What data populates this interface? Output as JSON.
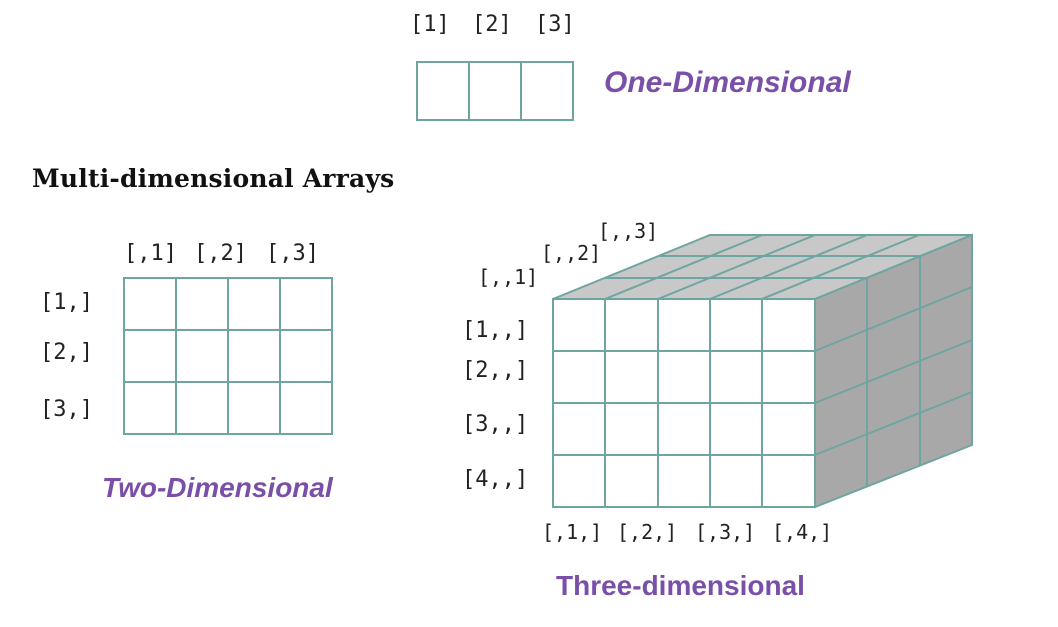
{
  "one_dimensional": {
    "caption": "One-Dimensional",
    "index_labels": [
      "[1]",
      "[2]",
      "[3]"
    ],
    "cells": 3
  },
  "heading": "Multi-dimensional Arrays",
  "two_dimensional": {
    "caption": "Two-Dimensional",
    "column_labels": [
      "[,1]",
      "[,2]",
      "[,3]"
    ],
    "row_labels": [
      "[1,]",
      "[2,]",
      "[3,]"
    ],
    "rows": 3,
    "columns": 4
  },
  "three_dimensional": {
    "caption": "Three-dimensional",
    "layer_labels": [
      "[,,1]",
      "[,,2]",
      "[,,3]"
    ],
    "row_labels": [
      "[1,,]",
      "[2,,]",
      "[3,,]",
      "[4,,]"
    ],
    "column_labels": [
      "[,1,]",
      "[,2,]",
      "[,3,]",
      "[,4,]"
    ],
    "rows": 4,
    "columns": 5,
    "layers": 3
  },
  "colors": {
    "grid_line": "#6fa5a0",
    "caption": "#7a4fa8",
    "top_face": "#c8c8c8",
    "side_face": "#a8a8a8"
  }
}
